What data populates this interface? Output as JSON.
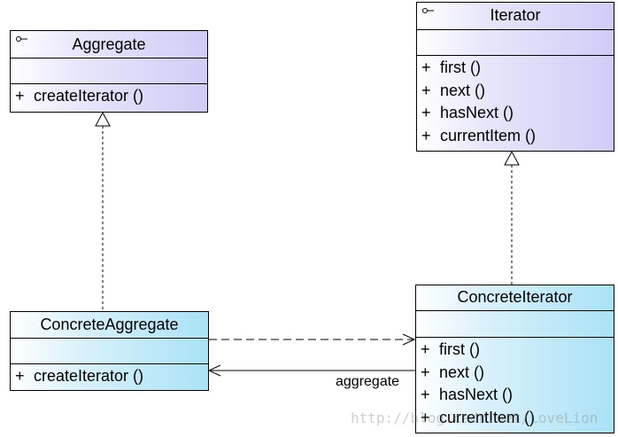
{
  "classes": {
    "aggregate": {
      "name": "Aggregate",
      "operations": [
        {
          "visibility": "+",
          "signature": "createIterator ()"
        }
      ]
    },
    "iterator": {
      "name": "Iterator",
      "operations": [
        {
          "visibility": "+",
          "signature": "first ()"
        },
        {
          "visibility": "+",
          "signature": "next ()"
        },
        {
          "visibility": "+",
          "signature": "hasNext ()"
        },
        {
          "visibility": "+",
          "signature": "currentItem ()"
        }
      ]
    },
    "concrete_aggregate": {
      "name": "ConcreteAggregate",
      "operations": [
        {
          "visibility": "+",
          "signature": "createIterator ()"
        }
      ]
    },
    "concrete_iterator": {
      "name": "ConcreteIterator",
      "operations": [
        {
          "visibility": "+",
          "signature": "first ()"
        },
        {
          "visibility": "+",
          "signature": "next ()"
        },
        {
          "visibility": "+",
          "signature": "hasNext ()"
        },
        {
          "visibility": "+",
          "signature": "currentItem ()"
        }
      ]
    }
  },
  "relations": {
    "association_label": "aggregate"
  },
  "watermark": "http://blog.csdn.net/LoveLion",
  "colors": {
    "interface_fill": "#cfcdf6",
    "concrete_fill": "#a9e2f6",
    "line": "#000000"
  }
}
